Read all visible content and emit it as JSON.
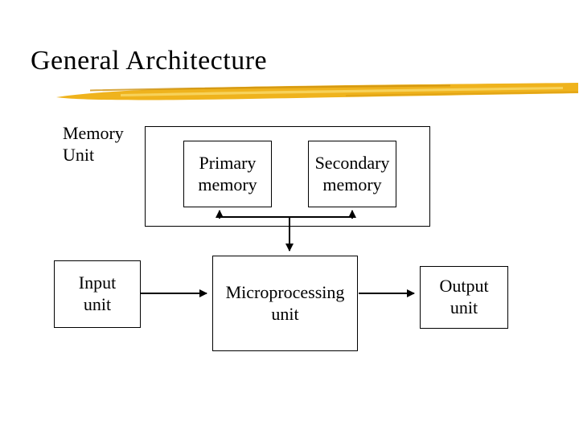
{
  "slide": {
    "title": "General Architecture",
    "background_color": "#FFFFFF",
    "text_color": "#000000",
    "accent_brush_color": "#EFB31D"
  },
  "diagram": {
    "memory_unit": {
      "label": "Memory\nUnit"
    },
    "primary_memory": {
      "label": "Primary\nmemory"
    },
    "secondary_memory": {
      "label": "Secondary\nmemory"
    },
    "input_unit": {
      "label": "Input\nunit"
    },
    "microprocessing_unit": {
      "label": "Microprocessing\nunit"
    },
    "output_unit": {
      "label": "Output\nunit"
    },
    "connections": [
      {
        "from": "memory-junction",
        "to": "primary_memory",
        "arrow": "up"
      },
      {
        "from": "memory-junction",
        "to": "secondary_memory",
        "arrow": "up"
      },
      {
        "from": "memory-junction",
        "to": "microprocessing_unit",
        "arrow": "down"
      },
      {
        "from": "input_unit",
        "to": "microprocessing_unit",
        "arrow": "right"
      },
      {
        "from": "microprocessing_unit",
        "to": "output_unit",
        "arrow": "right"
      }
    ]
  }
}
